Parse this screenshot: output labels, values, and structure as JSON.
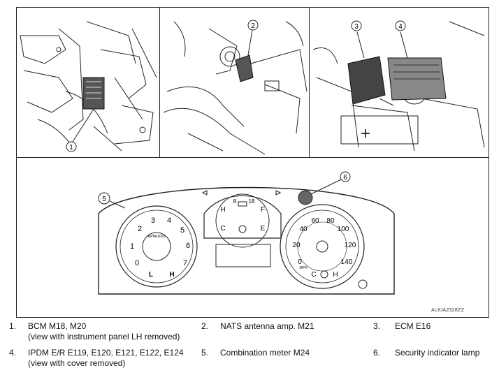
{
  "callouts": [
    "1",
    "2",
    "3",
    "4",
    "5",
    "6"
  ],
  "tach": {
    "ticks": [
      "0",
      "1",
      "2",
      "3",
      "4",
      "5",
      "6",
      "7"
    ],
    "unit": "RPMx1000",
    "l": "L",
    "h": "H"
  },
  "gauge": {
    "values": [
      "8",
      "18"
    ],
    "h": "H",
    "c": "C",
    "f": "F",
    "e": "E"
  },
  "speedo": {
    "ticks": [
      "0",
      "20",
      "40",
      "60",
      "80",
      "100",
      "120",
      "140"
    ],
    "unit": "MPH",
    "c": "C",
    "h": "H"
  },
  "image_code": "ALKIA2328ZZ",
  "legend": [
    {
      "num": "1.",
      "lines": [
        "BCM M18, M20",
        "(view with instrument panel LH removed)"
      ]
    },
    {
      "num": "2.",
      "lines": [
        "NATS antenna amp. M21"
      ]
    },
    {
      "num": "3.",
      "lines": [
        "ECM E16"
      ]
    },
    {
      "num": "4.",
      "lines": [
        "IPDM E/R E119, E120, E121, E122, E124",
        "(view with cover removed)"
      ]
    },
    {
      "num": "5.",
      "lines": [
        "Combination meter M24"
      ]
    },
    {
      "num": "6.",
      "lines": [
        "Security indicator lamp"
      ]
    }
  ]
}
